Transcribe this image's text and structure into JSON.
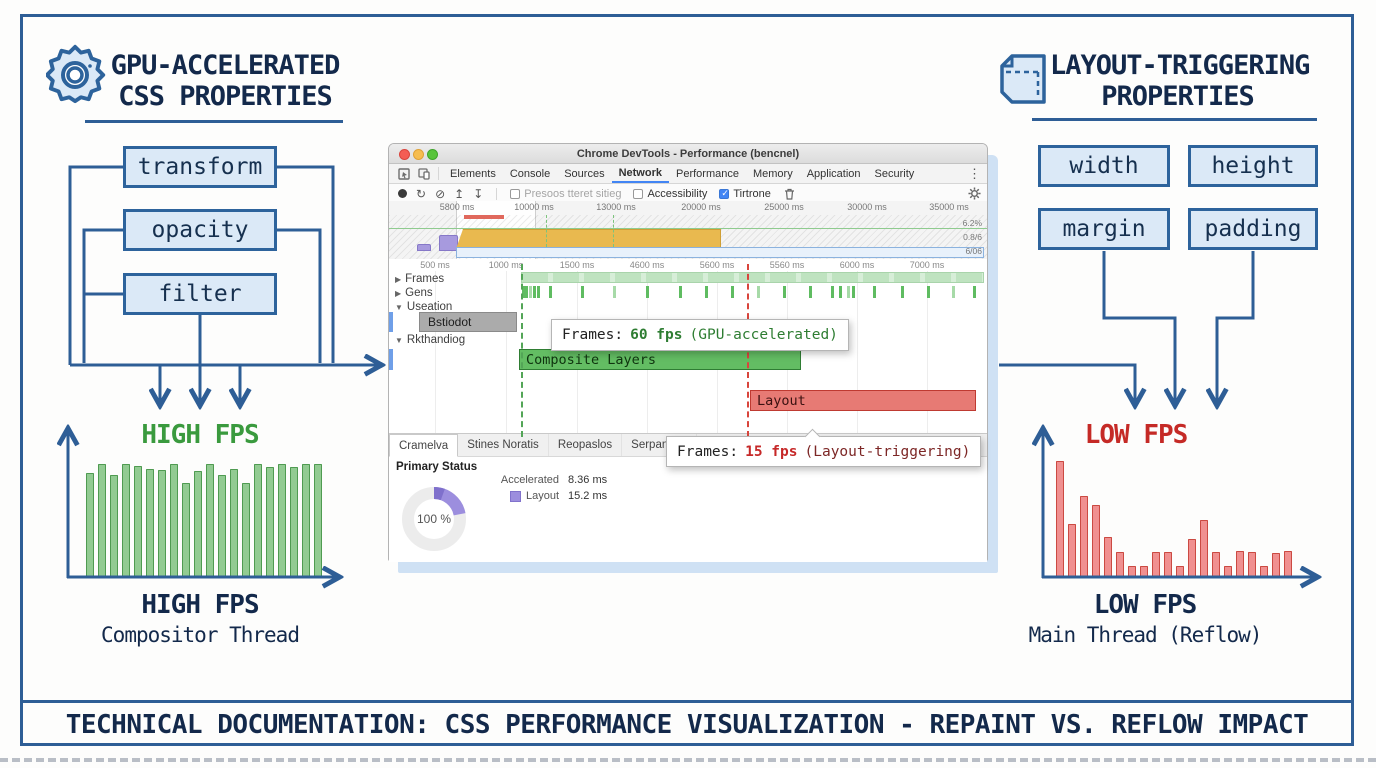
{
  "footer": {
    "title": "TECHNICAL DOCUMENTATION: CSS PERFORMANCE VISUALIZATION - REPAINT VS. REFLOW IMPACT"
  },
  "left": {
    "heading": [
      "GPU-ACCELERATED",
      "CSS PROPERTIES"
    ],
    "properties": [
      "transform",
      "opacity",
      "filter"
    ],
    "fps_label": "HIGH FPS",
    "caption": [
      "HIGH FPS",
      "Compositor Thread"
    ],
    "bar_values": [
      0.85,
      0.93,
      0.84,
      0.93,
      0.91,
      0.89,
      0.88,
      0.93,
      0.77,
      0.87,
      0.93,
      0.84,
      0.89,
      0.77,
      0.93,
      0.9,
      0.93,
      0.9,
      0.93,
      0.93
    ]
  },
  "right": {
    "heading": [
      "LAYOUT-TRIGGERING",
      "PROPERTIES"
    ],
    "properties": [
      "width",
      "height",
      "margin",
      "padding"
    ],
    "fps_label": "LOW FPS",
    "caption": [
      "LOW FPS",
      "Main Thread (Reflow)"
    ],
    "bar_values": [
      0.95,
      0.44,
      0.67,
      0.59,
      0.33,
      0.21,
      0.1,
      0.1,
      0.21,
      0.21,
      0.1,
      0.32,
      0.47,
      0.21,
      0.1,
      0.22,
      0.21,
      0.1,
      0.2,
      0.22
    ]
  },
  "devtools": {
    "window_title": "Chrome DevTools - Performance (bencnel)",
    "tabs": [
      "Elements",
      "Console",
      "Sources",
      "Network",
      "Performance",
      "Memory",
      "Application",
      "Security"
    ],
    "selected_tab": "Network",
    "toolbar_icons": {
      "record": "●",
      "reload": "↻",
      "clear": "⊘",
      "upload": "↥",
      "download": "↧",
      "menu": "⋮"
    },
    "toolbar_checkboxes": [
      {
        "label": "Presoos tteret sitieg",
        "checked": false,
        "muted": true
      },
      {
        "label": "Accessibility",
        "checked": false,
        "muted": false
      },
      {
        "label": "Tirtrone",
        "checked": true,
        "muted": false
      }
    ],
    "overview_ticks": [
      "5800 ms",
      "10000 ms",
      "13000 ms",
      "20000 ms",
      "25000 ms",
      "30000 ms",
      "35000 ms"
    ],
    "side_stats": [
      "6.2%",
      "0.8/6",
      "6/06"
    ],
    "timeline_ticks": [
      "500 ms",
      "1000 ms",
      "1500 ms",
      "4600 ms",
      "5600 ms",
      "5560 ms",
      "6000 ms",
      "7000 ms"
    ],
    "rows": [
      {
        "icon": "▶",
        "label": "Frames"
      },
      {
        "icon": "▶",
        "label": "Gens"
      },
      {
        "icon": "▼",
        "label": "Useation"
      },
      {
        "icon": "",
        "label": "Bstiodot"
      },
      {
        "icon": "▼",
        "label": "Rkthandiog"
      }
    ],
    "track_bars": {
      "composite": "Composite Layers",
      "layout": "Layout"
    },
    "tooltips": [
      {
        "prefix": "Frames:",
        "value": "60 fps",
        "suffix": "(GPU-accelerated)"
      },
      {
        "prefix": "Frames:",
        "value": "15 fps",
        "suffix": "(Layout-triggering)"
      }
    ],
    "bottom_tabs": [
      "Cramelva",
      "Stines Noratis",
      "Reopaslos",
      "Serpanting"
    ],
    "selected_bottom_tab": "Cramelva",
    "summary": {
      "heading": "Primary Status",
      "donut_label": "100 %",
      "legend": [
        {
          "name": "Accelerated",
          "value": "8.36 ms",
          "swatch": null
        },
        {
          "name": "Layout",
          "value": "15.2 ms",
          "swatch": "#9c8ede"
        }
      ]
    }
  },
  "colors": {
    "accent_blue": "#2e5e96",
    "navy": "#13294b",
    "green_label": "#3a9a3e",
    "red_label": "#c52a26",
    "bar_green": "#92cb92",
    "bar_red": "#f09090",
    "box_fill": "#dbe9f7",
    "composite_bar": "#63bd63",
    "layout_bar": "#e77a74",
    "overview_yellow": "#e9b94f",
    "donut_purple": "#9c8ede"
  }
}
